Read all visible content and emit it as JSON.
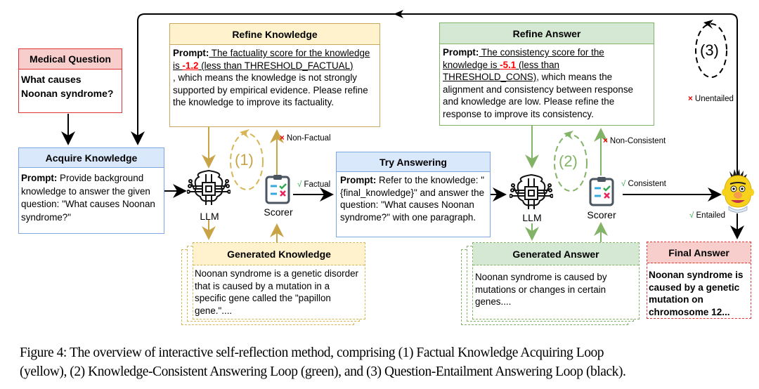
{
  "colors": {
    "yellow_loop": "#c8a447",
    "green_loop": "#82b366",
    "black_loop": "#000000",
    "red_score": "#ff0000",
    "blue_header": "#dae8fc",
    "yellow_header": "#fff2cc",
    "green_header": "#d5e8d4",
    "red_header": "#f8cecc"
  },
  "medical_question": {
    "title": "Medical Question",
    "text": "What causes Noonan syndrome?"
  },
  "acquire_knowledge": {
    "title": "Acquire Knowledge",
    "prompt_label": "Prompt:",
    "text": " Provide background knowledge to answer the given question: \"What causes Noonan syndrome?\""
  },
  "refine_knowledge": {
    "title": "Refine Knowledge",
    "prompt_label": "Prompt:",
    "underlined_pre": " The factuality score for the knowledge is ",
    "score": "-1.2",
    "underlined_post": " (less than THRESHOLD_FACTUAL)",
    "rest": ", which means the knowledge is not strongly supported by empirical evidence. Please refine the knowledge to improve its factuality."
  },
  "refine_answer": {
    "title": "Refine Answer",
    "prompt_label": "Prompt:",
    "underlined_pre": " The consistency score for the knowledge is ",
    "score": "-5.1",
    "underlined_post": " (less than THRESHOLD_CONS)",
    "rest": ", which means the alignment and consistency between response and knowledge are low. Please refine the response to improve its consistency."
  },
  "try_answering": {
    "title": "Try Answering",
    "prompt_label": "Prompt:",
    "text": " Refer to the knowledge: \"{final_knowledge}\" and answer the question: \"What causes Noonan syndrome?\" with one paragraph."
  },
  "generated_knowledge": {
    "title": "Generated Knowledge",
    "text": "Noonan syndrome is a genetic disorder that is caused by a mutation in a specific gene called the \"papillon gene.\"...."
  },
  "generated_answer": {
    "title": "Generated Answer",
    "text": "Noonan syndrome is caused by mutations or changes in certain genes...."
  },
  "final_answer": {
    "title": "Final Answer",
    "text": "Noonan syndrome is caused by a genetic mutation on chromosome 12..."
  },
  "nodes": {
    "llm1": "LLM",
    "scorer1": "Scorer",
    "llm2": "LLM",
    "scorer2": "Scorer"
  },
  "edge_labels": {
    "non_factual_mark": "×",
    "non_factual": " Non-Factual",
    "factual_mark": "√",
    "factual": " Factual",
    "non_consistent_mark": "×",
    "non_consistent": " Non-Consistent",
    "consistent_mark": "√",
    "consistent": " Consistent",
    "unentailed_mark": "×",
    "unentailed": " Unentailed",
    "entailed_mark": "√",
    "entailed": " Entailed"
  },
  "loops": {
    "loop1": "(1)",
    "loop2": "(2)",
    "loop3": "(3)"
  },
  "caption": {
    "line1": "Figure 4: The overview of interactive self-reflection method, comprising (1) Factual Knowledge Acquiring Loop",
    "line2": "(yellow), (2) Knowledge-Consistent Answering Loop (green), and (3) Question-Entailment Answering Loop (black)."
  }
}
